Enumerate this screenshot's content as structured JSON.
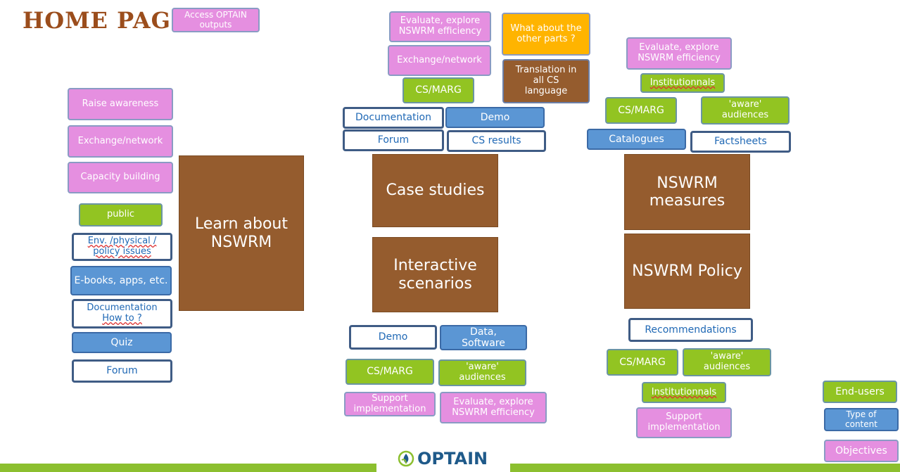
{
  "title": "HOME PAGE",
  "header": {
    "access_outputs": "Access OPTAIN outputs"
  },
  "learn": {
    "main": "Learn about NSWRM",
    "objectives": [
      "Raise awareness",
      "Exchange/network",
      "Capacity building"
    ],
    "end_user": "public",
    "content": {
      "env_issues": "Env. /physical / policy issues",
      "ebooks": "E-books, apps, etc.",
      "documentation_line1": "Documentation",
      "documentation_line2": "How to ?",
      "quiz": "Quiz",
      "forum": "Forum"
    }
  },
  "case_studies": {
    "main": "Case studies",
    "objectives": [
      "Evaluate, explore NSWRM efficiency",
      "Exchange/network"
    ],
    "other_parts": "What about the other parts ?",
    "translation": "Translation in all CS language",
    "end_user": "CS/MARG",
    "content": [
      "Documentation",
      "Demo",
      "Forum",
      "CS results"
    ]
  },
  "scenarios": {
    "main": "Interactive scenarios",
    "content": [
      "Demo",
      "Data, Software"
    ],
    "end_users": [
      "CS/MARG",
      "'aware' audiences"
    ],
    "objectives": [
      "Support implementation",
      "Evaluate, explore NSWRM efficiency"
    ]
  },
  "measures": {
    "main": "NSWRM measures",
    "objective": "Evaluate, explore NSWRM efficiency",
    "end_users": [
      "Institutionnals",
      "CS/MARG",
      "'aware' audiences"
    ],
    "content": [
      "Catalogues",
      "Factsheets"
    ]
  },
  "policy": {
    "main": "NSWRM Policy",
    "content": "Recommendations",
    "end_users": [
      "CS/MARG",
      "'aware' audiences",
      "Institutionnals"
    ],
    "objective": "Support implementation"
  },
  "legend": {
    "end_users": "End-users",
    "content": "Type of content",
    "objectives": "Objectives"
  },
  "logo": {
    "text": "OPTAIN"
  },
  "colors": {
    "objectives": "#e58fe0",
    "end_users": "#92c422",
    "content": "#5b96d4",
    "main": "#955c2e",
    "highlight": "#ffb400",
    "footer_bar": "#8cbf2f"
  }
}
